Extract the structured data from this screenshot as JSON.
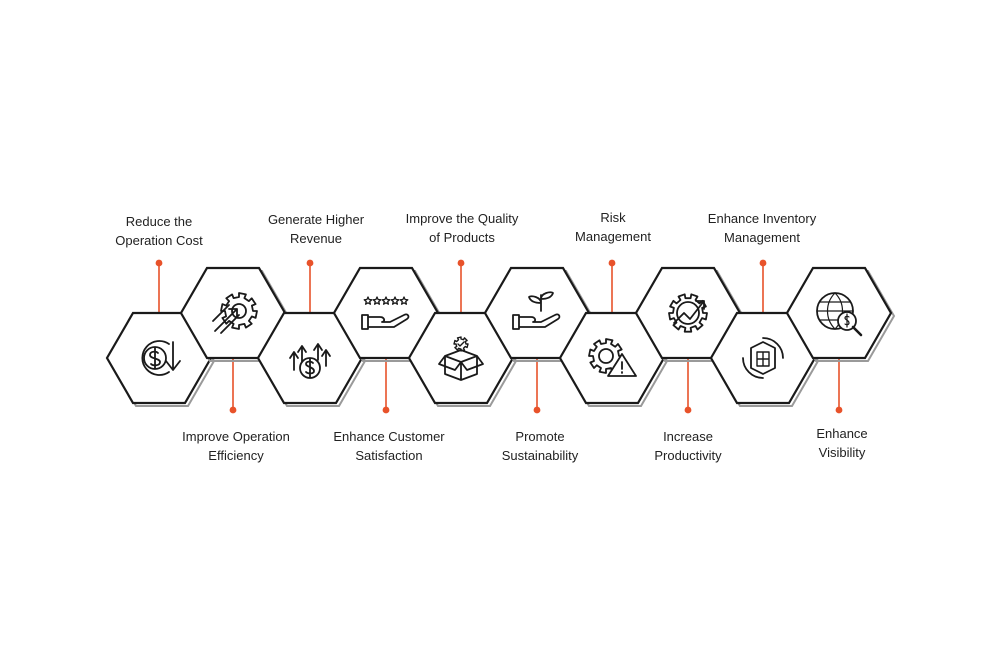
{
  "colors": {
    "accent": "#e8522a",
    "outline": "#1a1a1a",
    "shadow": "#9a9a9a",
    "text": "#222222",
    "background": "#ffffff"
  },
  "steps": [
    {
      "lines": [
        "Reduce the",
        "Operation Cost"
      ],
      "icon": "dollar-down-icon"
    },
    {
      "lines": [
        "Improve Operation",
        "Efficiency"
      ],
      "icon": "gear-arrows-icon"
    },
    {
      "lines": [
        "Generate Higher",
        "Revenue"
      ],
      "icon": "revenue-growth-icon"
    },
    {
      "lines": [
        "Enhance Customer",
        "Satisfaction"
      ],
      "icon": "star-rating-hand-icon"
    },
    {
      "lines": [
        "Improve the Quality",
        "of Products"
      ],
      "icon": "quality-box-icon"
    },
    {
      "lines": [
        "Promote",
        "Sustainability"
      ],
      "icon": "plant-hand-icon"
    },
    {
      "lines": [
        "Risk",
        "Management"
      ],
      "icon": "gear-warning-icon"
    },
    {
      "lines": [
        "Increase",
        "Productivity"
      ],
      "icon": "gear-growth-icon"
    },
    {
      "lines": [
        "Enhance Inventory",
        "Management"
      ],
      "icon": "inventory-icon"
    },
    {
      "lines": [
        "Enhance",
        "Visibility"
      ],
      "icon": "globe-search-icon"
    }
  ]
}
